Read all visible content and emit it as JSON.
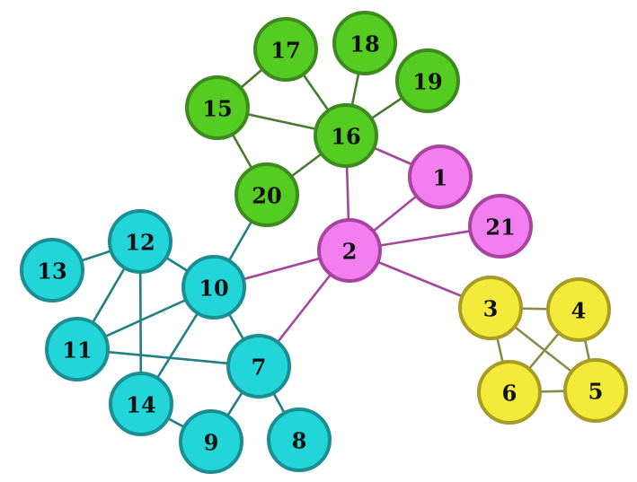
{
  "colors": {
    "green": {
      "fill": "#55cc22",
      "stroke": "#3d8a1e",
      "edge": "#4a7a30"
    },
    "magenta": {
      "fill": "#f27ef0",
      "stroke": "#a8449f",
      "edge": "#a4479c"
    },
    "cyan": {
      "fill": "#22d5d9",
      "stroke": "#1b8e93",
      "edge": "#1f7f84"
    },
    "yellow": {
      "fill": "#f4ea39",
      "stroke": "#a89c24",
      "edge": "#8c8b4e"
    }
  },
  "nodes": [
    {
      "id": "1",
      "label": "1",
      "group": "magenta"
    },
    {
      "id": "2",
      "label": "2",
      "group": "magenta"
    },
    {
      "id": "3",
      "label": "3",
      "group": "yellow"
    },
    {
      "id": "4",
      "label": "4",
      "group": "yellow"
    },
    {
      "id": "5",
      "label": "5",
      "group": "yellow"
    },
    {
      "id": "6",
      "label": "6",
      "group": "yellow"
    },
    {
      "id": "7",
      "label": "7",
      "group": "cyan"
    },
    {
      "id": "8",
      "label": "8",
      "group": "cyan"
    },
    {
      "id": "9",
      "label": "9",
      "group": "cyan"
    },
    {
      "id": "10",
      "label": "10",
      "group": "cyan"
    },
    {
      "id": "11",
      "label": "11",
      "group": "cyan"
    },
    {
      "id": "12",
      "label": "12",
      "group": "cyan"
    },
    {
      "id": "13",
      "label": "13",
      "group": "cyan"
    },
    {
      "id": "14",
      "label": "14",
      "group": "cyan"
    },
    {
      "id": "15",
      "label": "15",
      "group": "green"
    },
    {
      "id": "16",
      "label": "16",
      "group": "green"
    },
    {
      "id": "17",
      "label": "17",
      "group": "green"
    },
    {
      "id": "18",
      "label": "18",
      "group": "green"
    },
    {
      "id": "19",
      "label": "19",
      "group": "green"
    },
    {
      "id": "20",
      "label": "20",
      "group": "green"
    },
    {
      "id": "21",
      "label": "21",
      "group": "magenta"
    }
  ],
  "edges": [
    {
      "source": "17",
      "target": "16",
      "group": "green"
    },
    {
      "source": "18",
      "target": "16",
      "group": "green"
    },
    {
      "source": "19",
      "target": "16",
      "group": "green"
    },
    {
      "source": "15",
      "target": "17",
      "group": "green"
    },
    {
      "source": "15",
      "target": "16",
      "group": "green"
    },
    {
      "source": "15",
      "target": "20",
      "group": "green"
    },
    {
      "source": "20",
      "target": "16",
      "group": "green"
    },
    {
      "source": "16",
      "target": "1",
      "group": "magenta"
    },
    {
      "source": "16",
      "target": "2",
      "group": "magenta"
    },
    {
      "source": "1",
      "target": "2",
      "group": "magenta"
    },
    {
      "source": "2",
      "target": "21",
      "group": "magenta"
    },
    {
      "source": "2",
      "target": "10",
      "group": "magenta"
    },
    {
      "source": "2",
      "target": "7",
      "group": "magenta"
    },
    {
      "source": "2",
      "target": "3",
      "group": "magenta"
    },
    {
      "source": "20",
      "target": "10",
      "group": "cyan"
    },
    {
      "source": "13",
      "target": "12",
      "group": "cyan"
    },
    {
      "source": "12",
      "target": "10",
      "group": "cyan"
    },
    {
      "source": "12",
      "target": "11",
      "group": "cyan"
    },
    {
      "source": "12",
      "target": "14",
      "group": "cyan"
    },
    {
      "source": "10",
      "target": "11",
      "group": "cyan"
    },
    {
      "source": "10",
      "target": "14",
      "group": "cyan"
    },
    {
      "source": "10",
      "target": "7",
      "group": "cyan"
    },
    {
      "source": "11",
      "target": "7",
      "group": "cyan"
    },
    {
      "source": "14",
      "target": "9",
      "group": "cyan"
    },
    {
      "source": "7",
      "target": "9",
      "group": "cyan"
    },
    {
      "source": "7",
      "target": "8",
      "group": "cyan"
    },
    {
      "source": "3",
      "target": "4",
      "group": "yellow"
    },
    {
      "source": "3",
      "target": "6",
      "group": "yellow"
    },
    {
      "source": "3",
      "target": "5",
      "group": "yellow"
    },
    {
      "source": "4",
      "target": "6",
      "group": "yellow"
    },
    {
      "source": "4",
      "target": "5",
      "group": "yellow"
    },
    {
      "source": "6",
      "target": "5",
      "group": "yellow"
    }
  ]
}
